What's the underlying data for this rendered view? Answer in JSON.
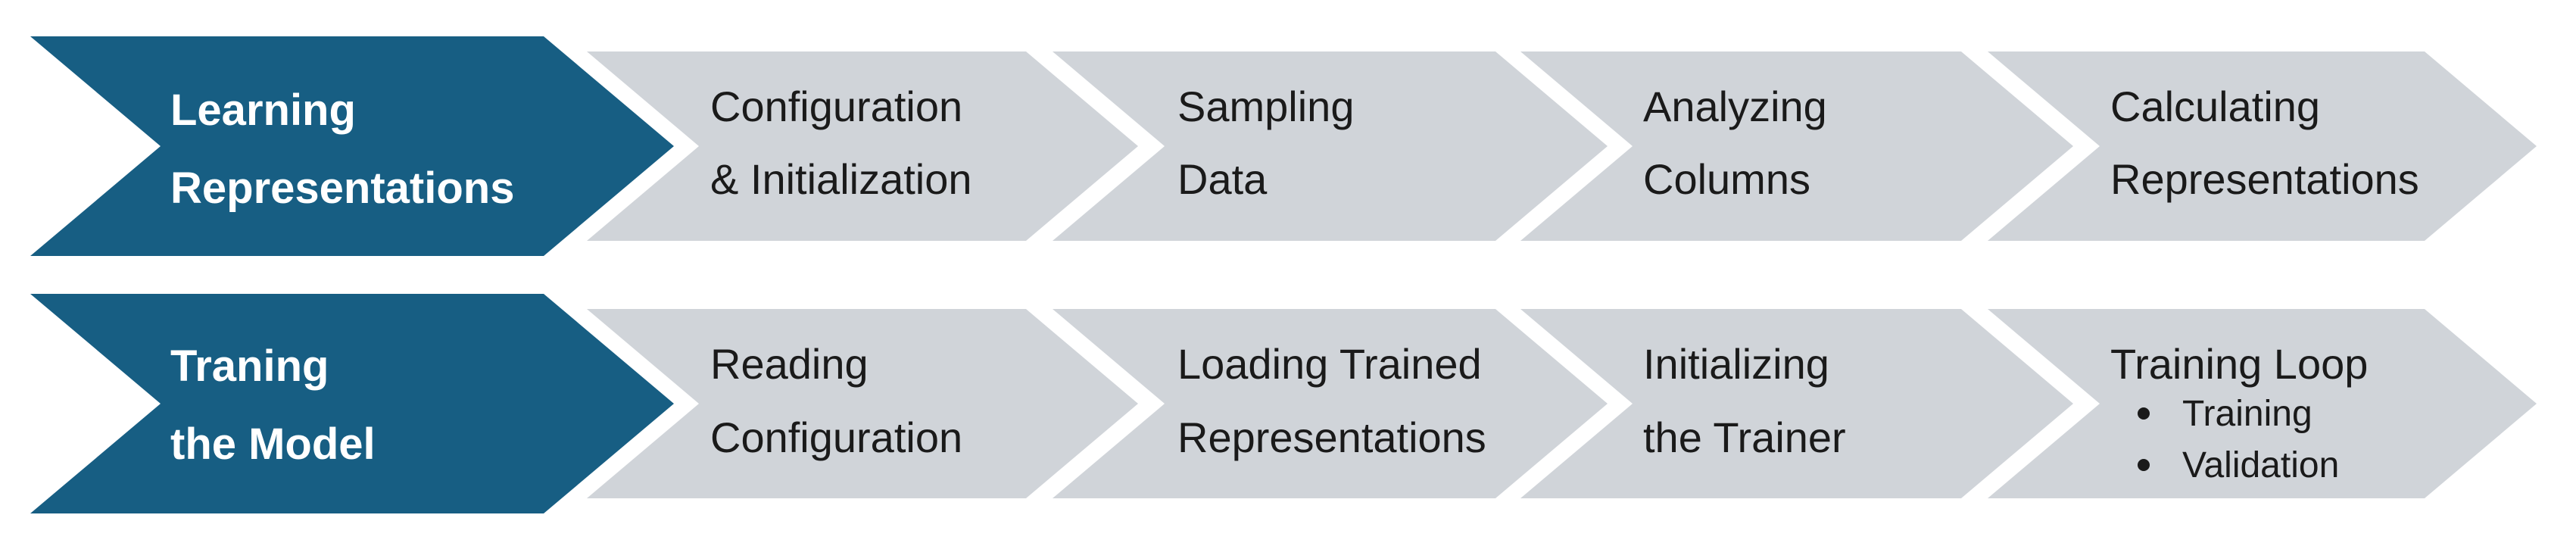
{
  "colors": {
    "head_fill": "#175E83",
    "step_fill": "#D0D4D9",
    "head_text": "#ffffff",
    "step_text": "#1a1a1a",
    "background": "#ffffff"
  },
  "rows": [
    {
      "head": {
        "line1": "Learning",
        "line2": "Representations"
      },
      "steps": [
        {
          "line1": "Configuration",
          "line2": "& Initialization"
        },
        {
          "line1": "Sampling",
          "line2": "Data"
        },
        {
          "line1": "Analyzing",
          "line2": "Columns"
        },
        {
          "line1": "Calculating",
          "line2": "Representations"
        }
      ]
    },
    {
      "head": {
        "line1": "Traning",
        "line2": "the Model"
      },
      "steps": [
        {
          "line1": "Reading",
          "line2": "Configuration"
        },
        {
          "line1": "Loading Trained",
          "line2": "Representations"
        },
        {
          "line1": "Initializing",
          "line2": "the Trainer"
        },
        {
          "line1": "Training Loop",
          "bullets": [
            "Training",
            "Validation"
          ]
        }
      ]
    }
  ]
}
